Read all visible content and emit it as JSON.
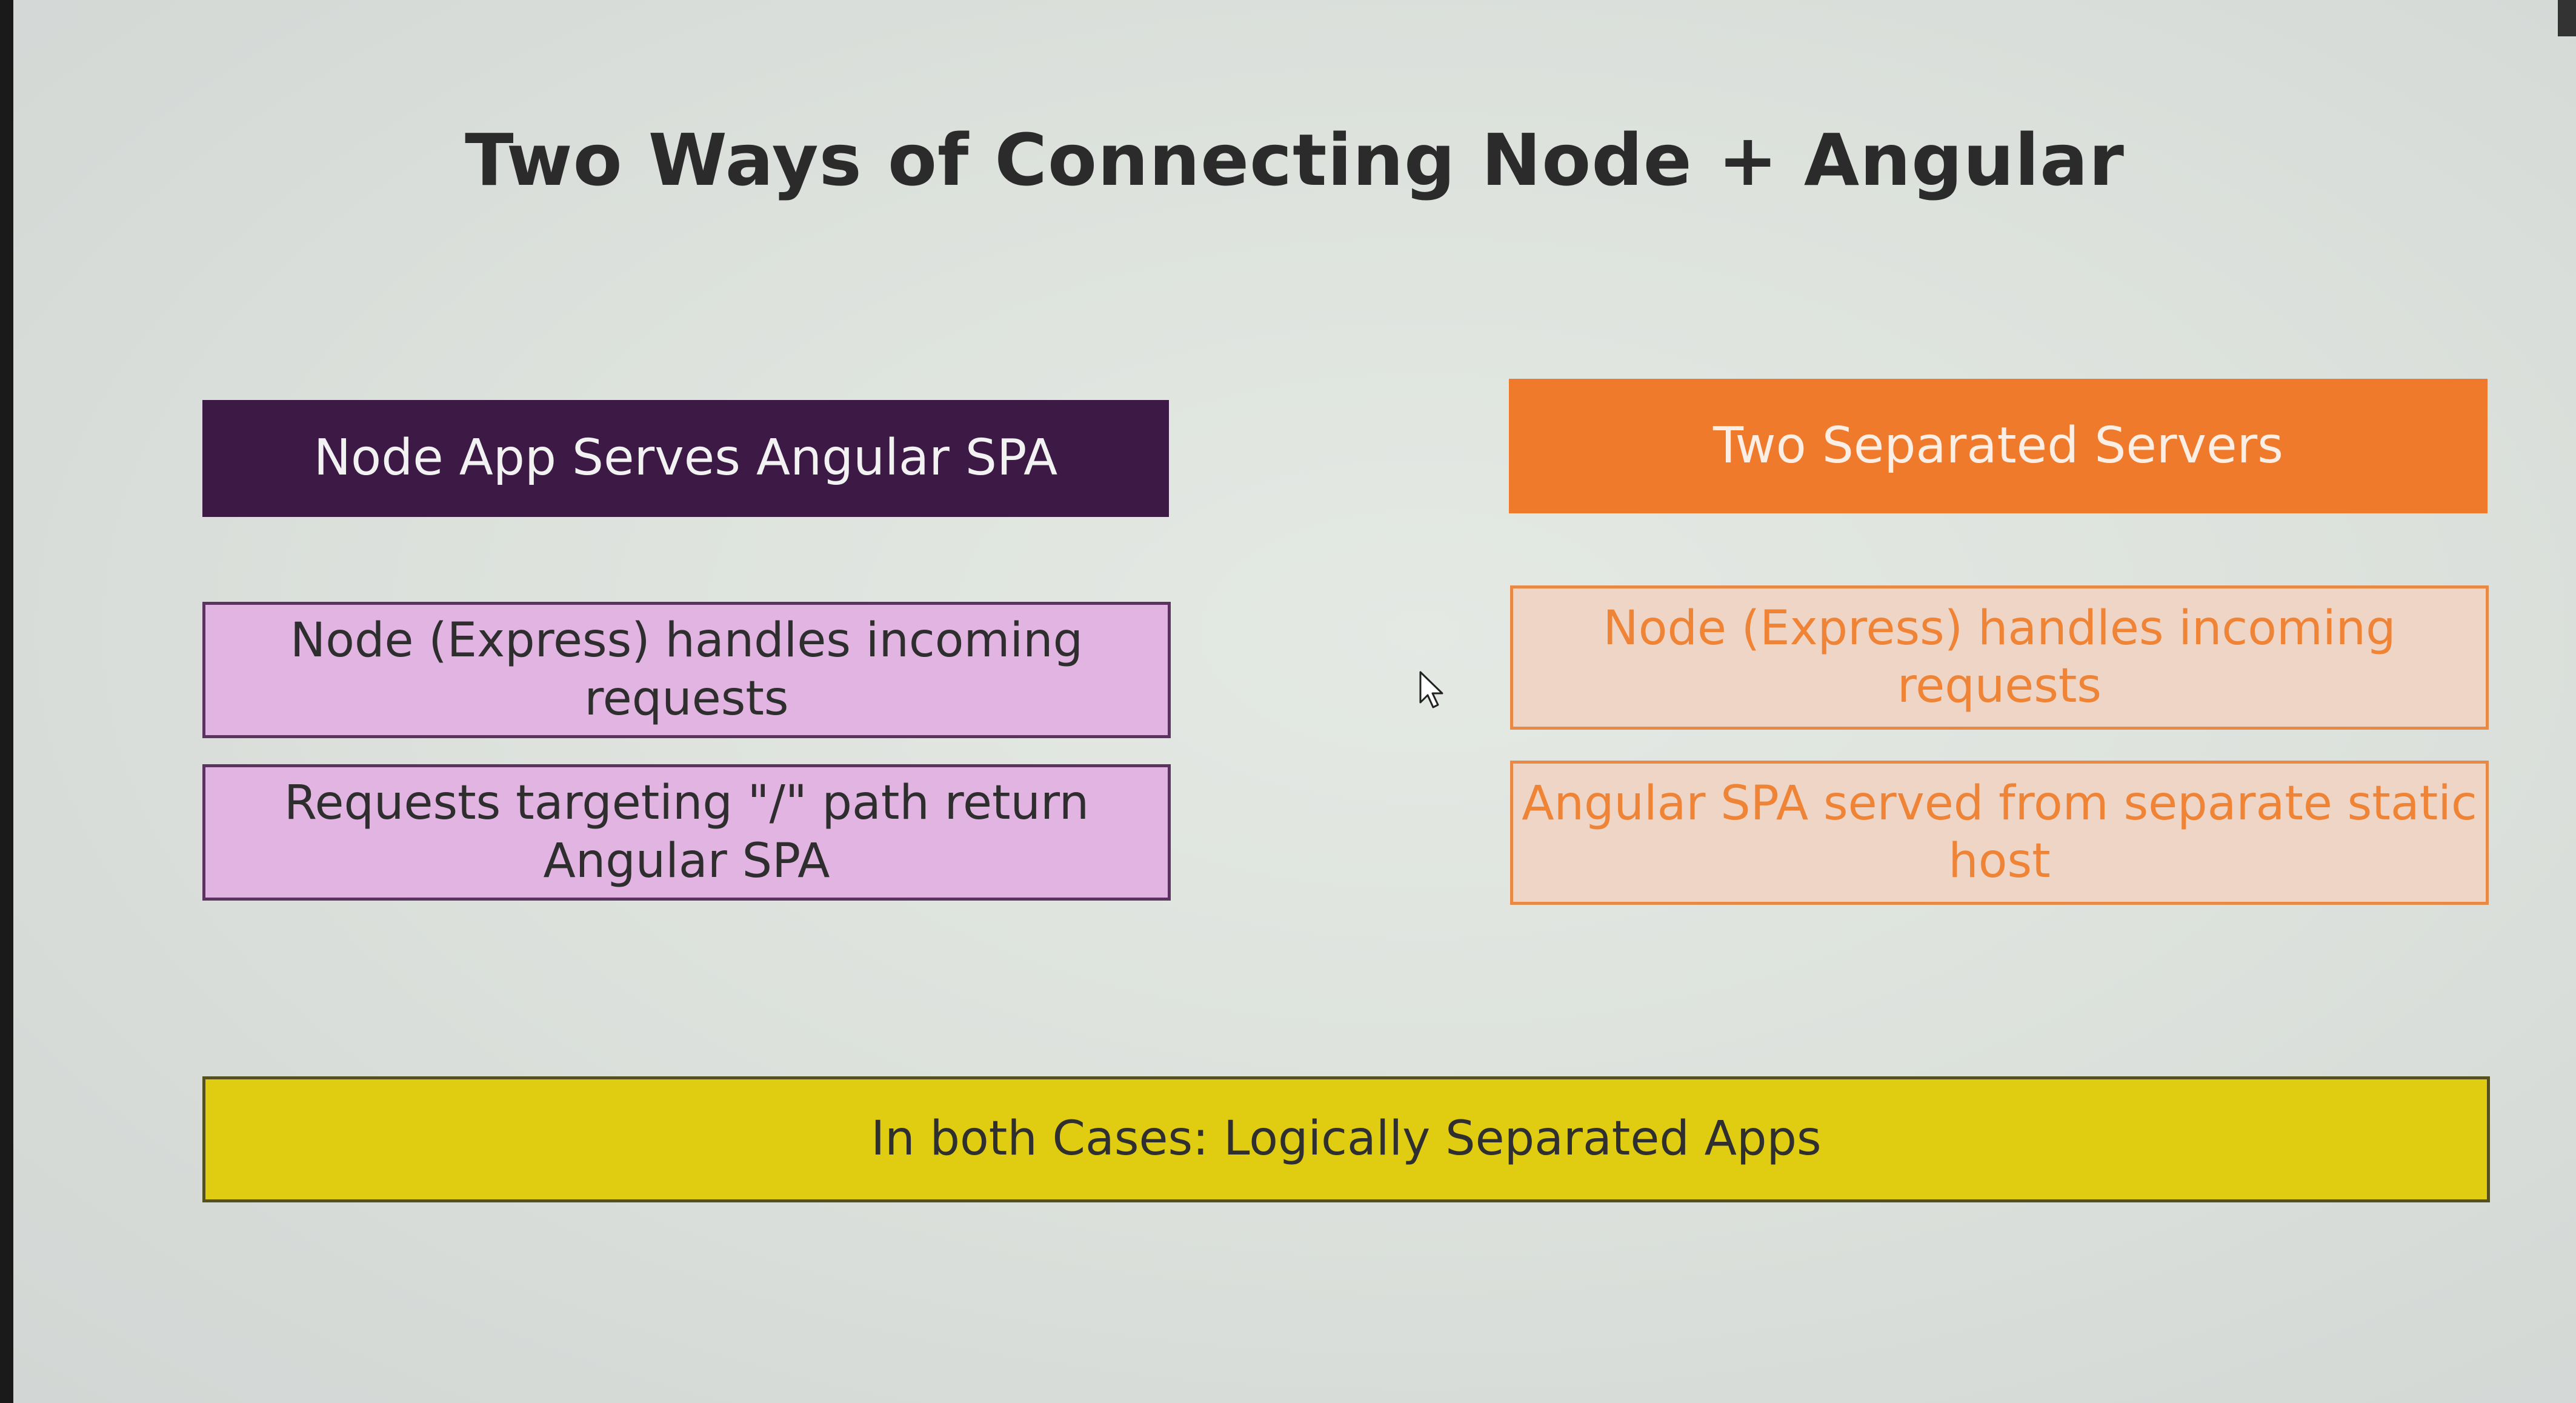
{
  "title": "Two Ways of Connecting Node + Angular",
  "left": {
    "header": "Node App Serves Angular SPA",
    "items": [
      "Node (Express) handles incoming requests",
      "Requests targeting \"/\" path return Angular SPA"
    ]
  },
  "right": {
    "header": "Two Separated Servers",
    "items": [
      "Node (Express) handles incoming requests",
      "Angular SPA served from separate static host"
    ]
  },
  "footer": "In both Cases: Logically Separated Apps",
  "colors": {
    "left_header_bg": "#3c1a45",
    "left_item_bg": "#e1b4e2",
    "right_header_bg": "#f07a2c",
    "right_item_bg": "#eed5c5",
    "footer_bg": "#e0cc11"
  }
}
